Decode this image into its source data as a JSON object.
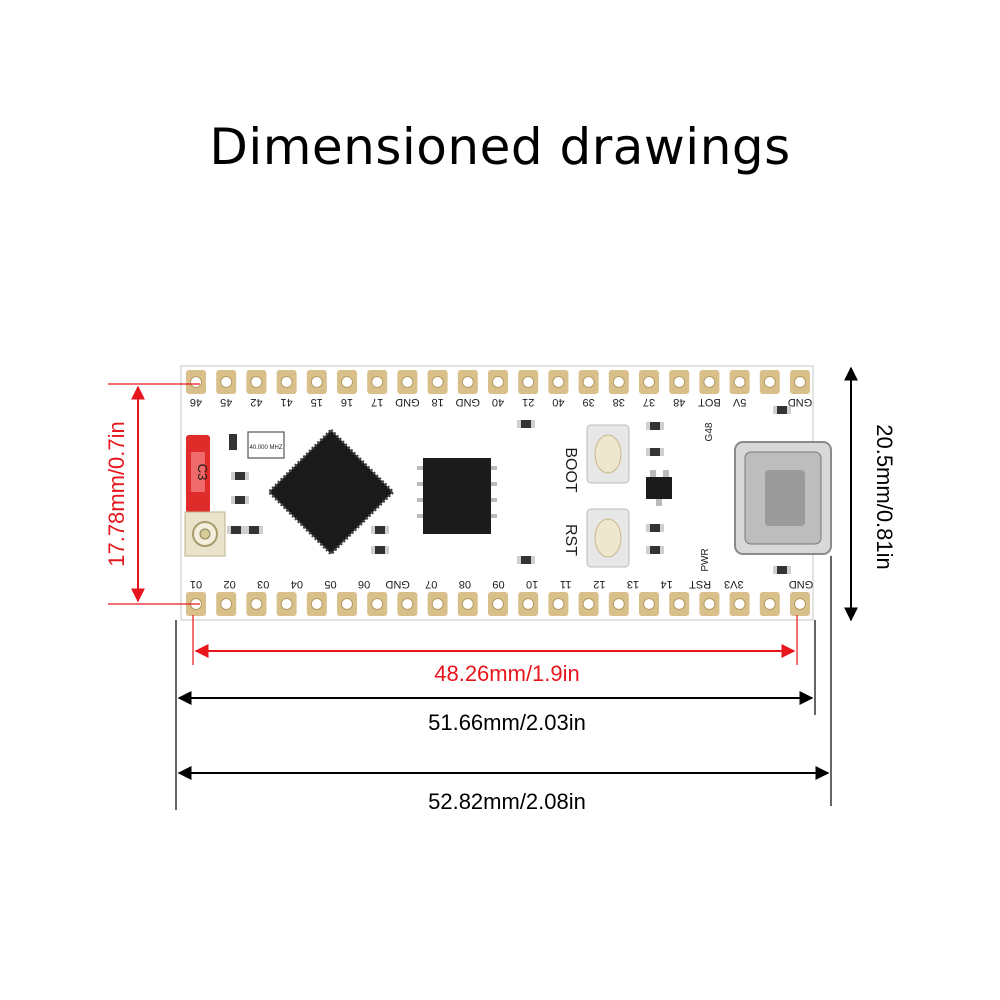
{
  "title": "Dimensioned drawings",
  "dimensions": {
    "pin_pitch_height": "17.78mm/0.7in",
    "board_height": "20.5mm/0.81in",
    "pin_row_span": "48.26mm/1.9in",
    "board_length": "51.66mm/2.03in",
    "overall_length": "52.82mm/2.08in"
  },
  "board": {
    "top_pin_labels": [
      "46",
      "45",
      "42",
      "41",
      "15",
      "16",
      "17",
      "GND",
      "18",
      "GND",
      "40",
      "21",
      "40",
      "39",
      "38",
      "37",
      "48",
      "BOT",
      "5V",
      "",
      "GND"
    ],
    "bottom_pin_labels": [
      "01",
      "02",
      "03",
      "04",
      "05",
      "06",
      "GND",
      "07",
      "08",
      "09",
      "10",
      "11",
      "12",
      "13",
      "14",
      "RST",
      "3V3",
      "",
      "GND"
    ],
    "silkscreen": {
      "module_label": "C3",
      "crystal_label": "40.000 MHZ",
      "boot_label": "BOOT",
      "rst_label": "RST",
      "led_label": "G48",
      "pwr_label": "PWR"
    }
  },
  "colors": {
    "accent": "#e8161c",
    "dimension": "#000000",
    "board": "#ffffff",
    "pad": "#d9c08a",
    "chip": "#1a1a1a"
  }
}
